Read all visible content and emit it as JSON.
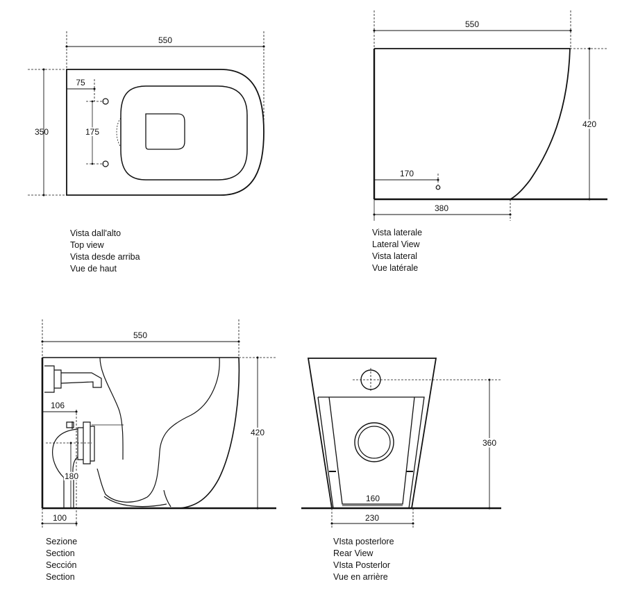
{
  "top_view": {
    "dimensions": {
      "length": "550",
      "width": "350",
      "offset": "75",
      "fixing_spacing": "175"
    },
    "captions": [
      "Vista dall'alto",
      "Top view",
      "Vista desde arriba",
      "Vue de haut"
    ]
  },
  "lateral_view": {
    "dimensions": {
      "length": "550",
      "height": "420",
      "drain_offset": "170",
      "base_length": "380"
    },
    "captions": [
      "Vista laterale",
      "Lateral View",
      "Vista lateral",
      "Vue latérale"
    ]
  },
  "section_view": {
    "dimensions": {
      "length": "550",
      "height": "420",
      "inlet_offset": "106",
      "drain_height": "180",
      "drain_offset": "100"
    },
    "captions": [
      "Sezione",
      "Section",
      "Sección",
      "Section"
    ]
  },
  "rear_view": {
    "dimensions": {
      "inlet_height": "360",
      "inner_width": "160",
      "base_width": "230"
    },
    "captions": [
      "VIsta posterlore",
      "Rear View",
      "VIsta Posterlor",
      "Vue en arrière"
    ]
  }
}
